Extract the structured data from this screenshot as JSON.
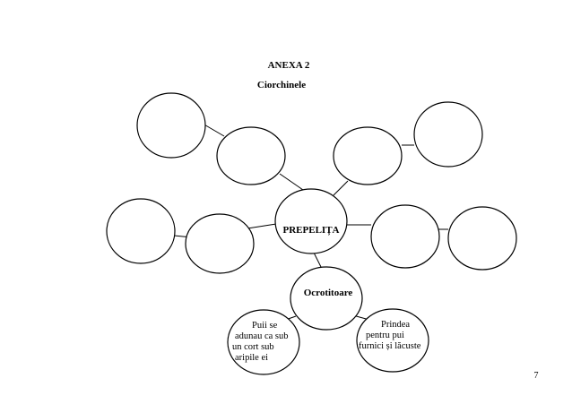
{
  "header": {
    "annex": "ANEXA 2",
    "subtitle": "Ciorchinele"
  },
  "diagram": {
    "center": "PREPELIȚA",
    "branch": "Ocrotitoare",
    "leaf_left": [
      "Puii se",
      "adunau ca sub",
      "un cort sub",
      "aripile ei"
    ],
    "leaf_right": [
      "Prindea",
      "pentru pui",
      "furnici și lăcuste"
    ]
  },
  "footer": {
    "page_number": "7"
  }
}
